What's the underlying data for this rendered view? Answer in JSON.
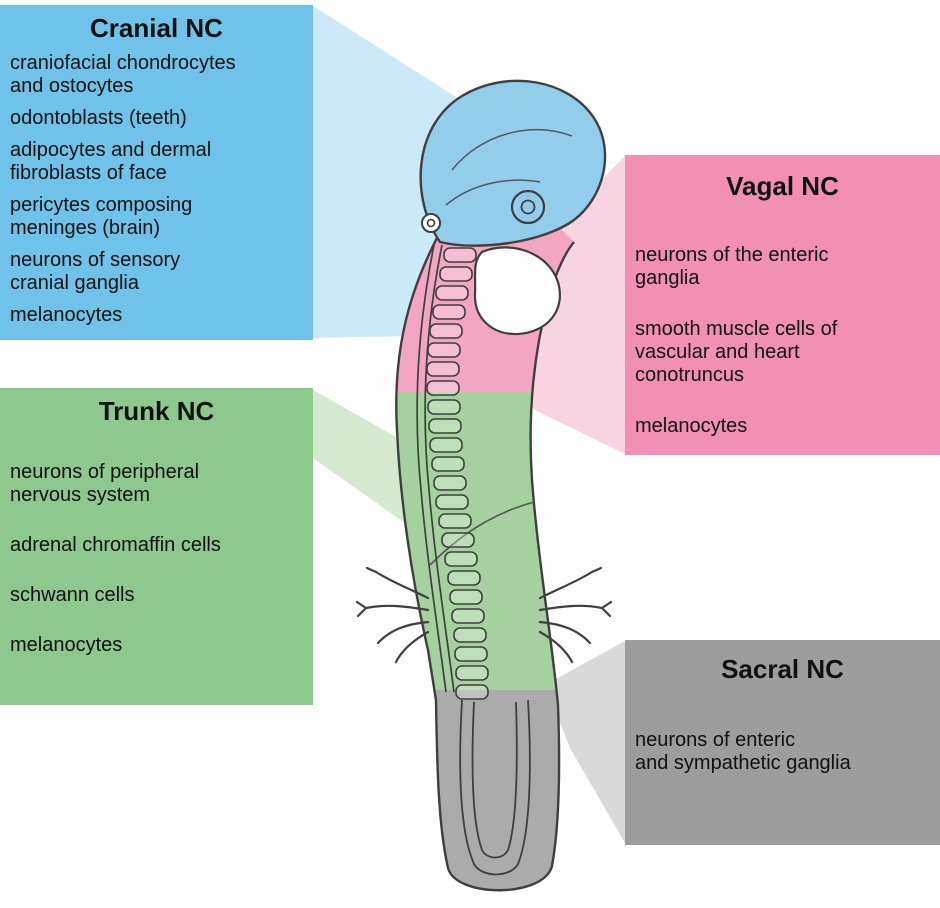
{
  "colors": {
    "background": "#ffffff",
    "text": "#111111",
    "outline": "#3f3f3f",
    "cranial_box": "#6fc2e9",
    "cranial_connector": "#cce9f8",
    "vagal_box": "#f190b4",
    "vagal_connector": "#f8d4e2",
    "trunk_box": "#8dc88d",
    "trunk_connector": "#d5e9d0",
    "sacral_box": "#9d9d9d",
    "sacral_connector": "#d9d9d9",
    "embryo_cranial_region": "#92cdec",
    "embryo_vagal_region": "#f3a6c3",
    "embryo_trunk_region": "#a4d19e",
    "embryo_sacral_region": "#ababab"
  },
  "boxes": {
    "cranial": {
      "title": "Cranial NC",
      "items": [
        "craniofacial chondrocytes\nand ostocytes",
        "odontoblasts (teeth)",
        "adipocytes and dermal\nfibroblasts of face",
        "pericytes composing\nmeninges (brain)",
        "neurons of sensory\ncranial ganglia",
        "melanocytes"
      ]
    },
    "vagal": {
      "title": "Vagal NC",
      "items": [
        "neurons of the enteric\nganglia",
        "smooth muscle cells of\nvascular and heart\nconotruncus",
        "melanocytes"
      ]
    },
    "trunk": {
      "title": "Trunk NC",
      "items": [
        "neurons of peripheral\nnervous system",
        "adrenal chromaffin cells",
        "schwann cells",
        "melanocytes"
      ]
    },
    "sacral": {
      "title": "Sacral NC",
      "items": [
        "neurons of enteric\nand sympathetic ganglia"
      ]
    }
  }
}
